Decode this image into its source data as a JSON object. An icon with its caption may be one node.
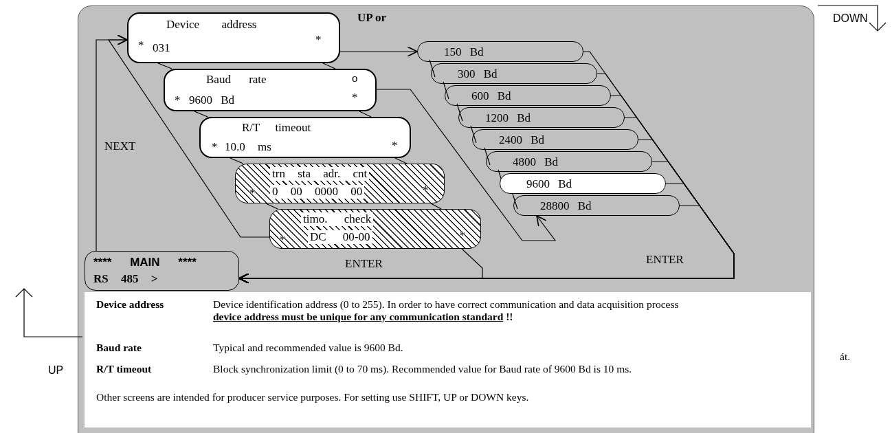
{
  "diagram": {
    "nodes": [
      {
        "text": [
          "Device address",
          "*",
          "031",
          "*"
        ]
      },
      {
        "text": [
          "Baud rate",
          "o",
          "*",
          "9600 Bd",
          "*"
        ]
      },
      {
        "text": [
          "R/T timeout",
          "*",
          "10.0 ms",
          "*"
        ]
      },
      {
        "text": [
          "trn sta adr. cnt",
          "*",
          "0 00 0000 00",
          "*"
        ]
      },
      {
        "text": [
          "timo. check",
          "*",
          "DC 00-00",
          "*"
        ]
      },
      {
        "text": [
          "**** MAIN ****",
          "RS 485 >"
        ]
      },
      {
        "text": [
          "150 Bd"
        ]
      },
      {
        "text": [
          "300 Bd"
        ]
      },
      {
        "text": [
          "600 Bd"
        ]
      },
      {
        "text": [
          "1200 Bd"
        ]
      },
      {
        "text": [
          "2400 Bd"
        ]
      },
      {
        "text": [
          "4800 Bd"
        ]
      },
      {
        "text": [
          "9600 Bd"
        ]
      },
      {
        "text": [
          "28800 Bd"
        ]
      }
    ],
    "edges": [
      {
        "from": 0,
        "to": 1,
        "arrow": "none"
      },
      {
        "from": 0,
        "to": 1,
        "arrow": "none"
      },
      {
        "from": 1,
        "to": 2,
        "arrow": "none"
      },
      {
        "from": 1,
        "to": 2,
        "arrow": "none"
      },
      {
        "from": 2,
        "to": 3,
        "arrow": "none"
      },
      {
        "from": 2,
        "to": 3,
        "arrow": "none"
      },
      {
        "from": 3,
        "to": 4,
        "arrow": "none"
      },
      {
        "from": 3,
        "to": 4,
        "arrow": "none"
      },
      {
        "from": 5,
        "to": 0,
        "arrow": "to",
        "label": "NEXT"
      },
      {
        "from": 4,
        "to": 0,
        "arrow": "to"
      },
      {
        "from": 0,
        "to": 6,
        "arrow": "to",
        "label": "UP or"
      },
      {
        "from": 1,
        "to": 13,
        "arrow": "to"
      },
      {
        "from": 6,
        "to": 7,
        "arrow": "none"
      },
      {
        "from": 7,
        "to": 8,
        "arrow": "none"
      },
      {
        "from": 8,
        "to": 9,
        "arrow": "none"
      },
      {
        "from": 9,
        "to": 10,
        "arrow": "none"
      },
      {
        "from": 10,
        "to": 11,
        "arrow": "none"
      },
      {
        "from": 11,
        "to": 12,
        "arrow": "none"
      },
      {
        "from": 12,
        "to": 13,
        "arrow": "none"
      },
      {
        "from": 4,
        "to": 5,
        "arrow": "to",
        "label": "ENTER"
      },
      {
        "from": 6,
        "to": 5,
        "arrow": "to"
      },
      {
        "from": 7,
        "to": 5,
        "arrow": "to"
      },
      {
        "from": 8,
        "to": 5,
        "arrow": "to"
      },
      {
        "from": 9,
        "to": 5,
        "arrow": "to"
      },
      {
        "from": 10,
        "to": 5,
        "arrow": "to"
      },
      {
        "from": 11,
        "to": 5,
        "arrow": "to"
      },
      {
        "from": 12,
        "to": 5,
        "arrow": "to"
      },
      {
        "from": 13,
        "to": 5,
        "arrow": "to",
        "label": "ENTER"
      }
    ],
    "labels": [
      "DOWN",
      "Device address",
      "Device identification address (0 to 255). In order to have correct communication and data acquisition process **device address must be unique for any communication standard** **!!**",
      "át.",
      "Baud rate",
      "Typical and recommended value is 9600 Bd.",
      "UP",
      "R/T timeout",
      "Block synchronization limit (0 to 70 ms). Recommended value for Baud rate of 9600 Bd is 10 ms.",
      "Other screens are intended for producer service purposes. For setting use SHIFT, UP or DOWN keys."
    ]
  }
}
